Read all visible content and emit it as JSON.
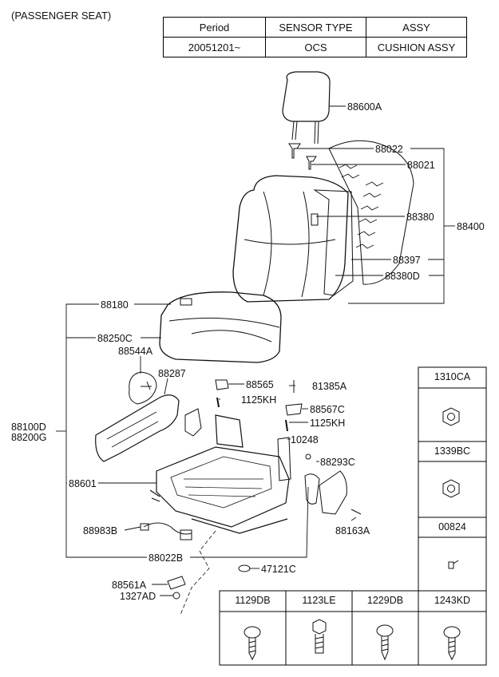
{
  "header": "(PASSENGER SEAT)",
  "table": {
    "headers": [
      "Period",
      "SENSOR TYPE",
      "ASSY"
    ],
    "row": [
      "20051201~",
      "OCS",
      "CUSHION ASSY"
    ]
  },
  "callouts": {
    "c88600A": "88600A",
    "c88022": "88022",
    "c88021": "88021",
    "c88380": "88380",
    "c88400": "88400",
    "c88397": "88397",
    "c88380D": "88380D",
    "c88180": "88180",
    "c88250C": "88250C",
    "c88544A": "88544A",
    "c88287": "88287",
    "c88565": "88565",
    "c81385A": "81385A",
    "c1125KH_a": "1125KH",
    "c88567C": "88567C",
    "c1125KH_b": "1125KH",
    "c88100D": "88100D",
    "c88200G": "88200G",
    "c10248": "10248",
    "c88293C": "88293C",
    "c88601": "88601",
    "c88163A": "88163A",
    "c88983B": "88983B",
    "c88022B": "88022B",
    "c47121C": "47121C",
    "c88561A": "88561A",
    "c1327AD": "1327AD"
  },
  "side_boxes": [
    "1310CA",
    "1339BC",
    "00824"
  ],
  "bottom_boxes": [
    "1129DB",
    "1123LE",
    "1229DB",
    "1243KD"
  ]
}
